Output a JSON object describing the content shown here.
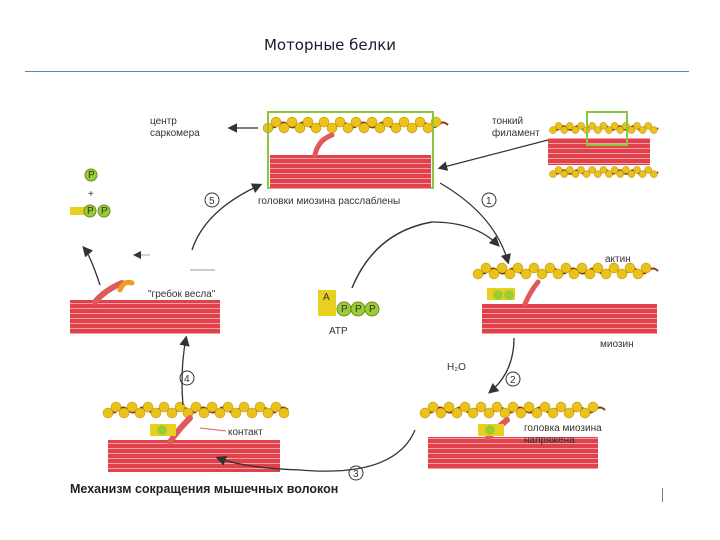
{
  "slide": {
    "title": "Моторные белки"
  },
  "diagram": {
    "labels": {
      "sarcomere_center_line1": "центр",
      "sarcomere_center_line2": "саркомера",
      "thin_filament_line1": "тонкий",
      "thin_filament_line2": "филамент",
      "heads_relaxed": "головки миозина расслаблены",
      "actin": "актин",
      "myosin": "миозин",
      "atp": "ATP",
      "atp_adenine": "A",
      "phosphate": "P",
      "plus": "+",
      "water": "H₂O",
      "head_tense_line1": "головка миозина",
      "head_tense_line2": "напряжена",
      "contact": "контакт",
      "power_stroke": "\"гребок весла\""
    },
    "steps": [
      "1",
      "2",
      "3",
      "4",
      "5"
    ],
    "caption": "Механизм сокращения мышечных волокон",
    "colors": {
      "actin_bead": "#e9c21a",
      "actin_strand": "#8a3b10",
      "myosin": "#e0414a",
      "myosin_stripe": "#f4a0a4",
      "head": "#e05a5a",
      "highlight": "#8cc63f",
      "atp_yellow": "#e8d020",
      "phosphate_green": "#9acd32",
      "arrow": "#333333"
    }
  }
}
